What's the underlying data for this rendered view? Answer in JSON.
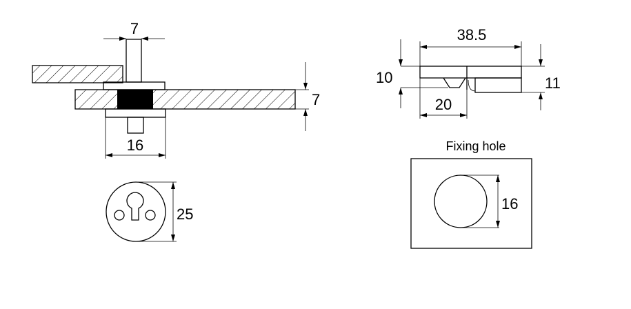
{
  "side_view": {
    "pin_width": "7",
    "plate_thickness": "7",
    "washer_diameter": "16"
  },
  "front_view": {
    "diameter": "25"
  },
  "profile_view": {
    "length": "38.5",
    "height_left": "10",
    "height_right": "11",
    "slot_length": "20"
  },
  "fixing_hole": {
    "title": "Fixing hole",
    "diameter": "16"
  },
  "colors": {
    "line": "#000000",
    "background": "#ffffff"
  }
}
